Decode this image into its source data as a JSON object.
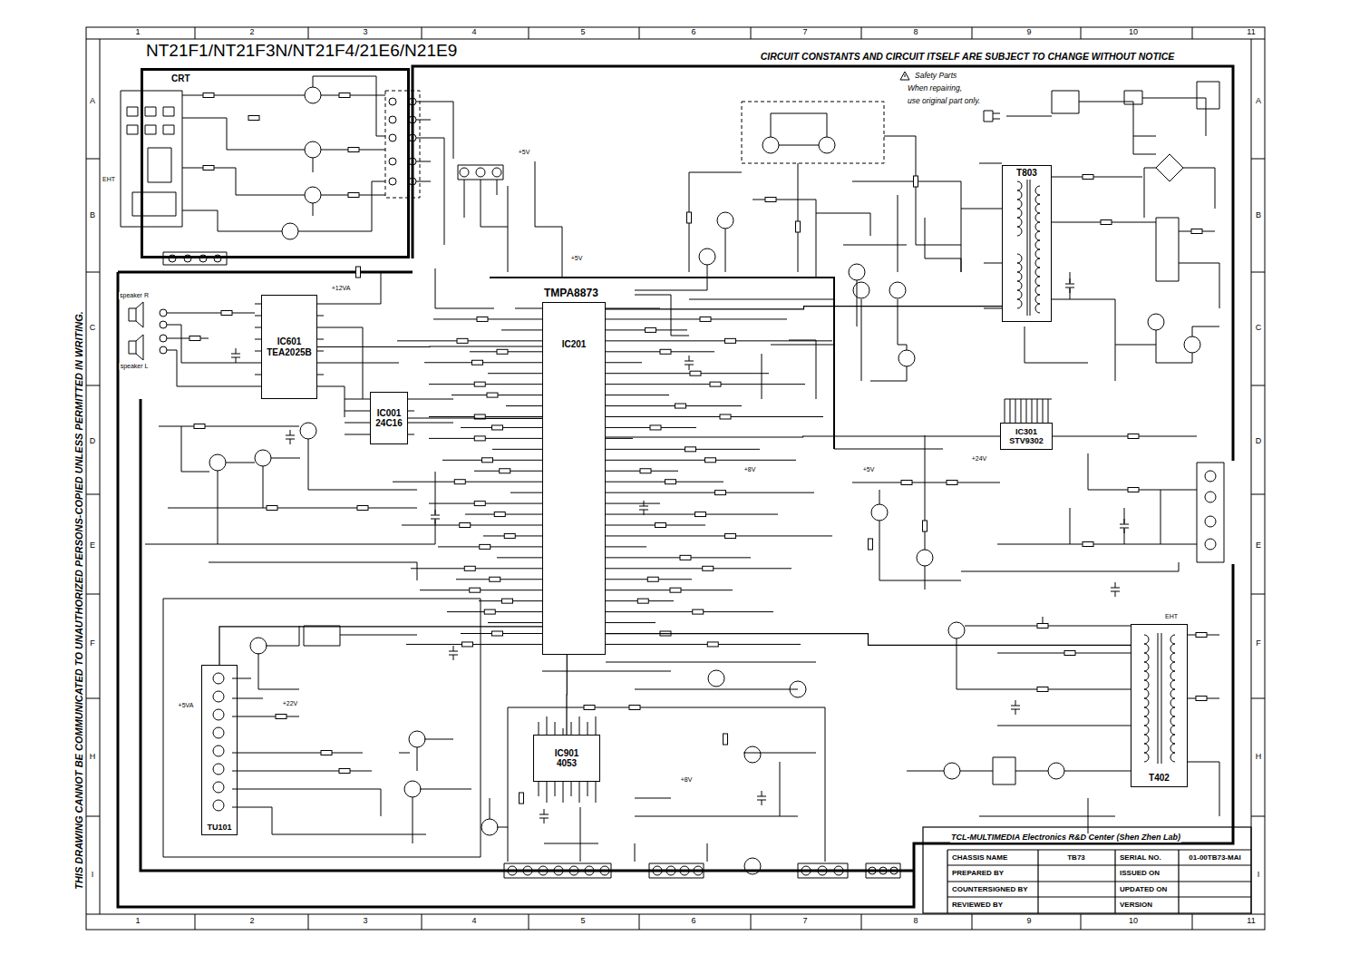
{
  "diagram": {
    "title": "NT21F1/NT21F3N/NT21F4/21E6/N21E9",
    "nodes": [
      {
        "text": [
          "CRT"
        ]
      },
      {
        "text": [
          "IC601",
          "TEA2025B"
        ]
      },
      {
        "text": [
          "IC001",
          "24C16"
        ]
      },
      {
        "text": [
          "TMPA8873",
          "IC201"
        ]
      },
      {
        "text": [
          "IC301",
          "STV9302"
        ]
      },
      {
        "text": [
          "T803"
        ]
      },
      {
        "text": [
          "TU101"
        ]
      },
      {
        "text": [
          "IC901",
          "4053"
        ]
      },
      {
        "text": [
          "T402"
        ]
      }
    ],
    "edges": [
      {
        "from": 2,
        "to": 3,
        "arrow": "none"
      },
      {
        "from": 1,
        "to": 3,
        "arrow": "none"
      },
      {
        "from": 6,
        "to": 3,
        "arrow": "none"
      },
      {
        "from": 7,
        "to": 3,
        "arrow": "none"
      },
      {
        "from": 4,
        "to": 3,
        "arrow": "none"
      },
      {
        "from": 8,
        "to": 3,
        "arrow": "none"
      },
      {
        "from": 5,
        "to": 3,
        "arrow": "none"
      }
    ],
    "labels": [
      "CIRCUIT CONSTANTS AND CIRCUIT ITSELF ARE SUBJECT TO CHANGE WITHOUT NOTICE",
      "Safety Parts",
      "When repairing,",
      "use original part only.",
      "THIS DRAWING CANNOT BE COMMUNICATED TO UNAUTHORIZED PERSONS-COPIED UNLESS PERMITTED IN WRITING.",
      "1",
      "2",
      "3",
      "4",
      "5",
      "6",
      "7",
      "8",
      "9",
      "10",
      "11",
      "1",
      "2",
      "3",
      "4",
      "5",
      "6",
      "7",
      "8",
      "9",
      "10",
      "11",
      "A",
      "B",
      "C",
      "D",
      "E",
      "F",
      "H",
      "I",
      "A",
      "B",
      "C",
      "D",
      "E",
      "F",
      "H",
      "I",
      "TCL-MULTIMEDIA Electronics R&D Center (Shen Zhen Lab)",
      "CHASSIS NAME",
      "TB73",
      "SERIAL NO.",
      "01-00TB73-MAI",
      "PREPARED BY",
      "ISSUED ON",
      "COUNTERSIGNED BY",
      "UPDATED ON",
      "REVIEWED BY",
      "VERSION",
      "speaker R",
      "speaker L",
      "EHT",
      "+12VA",
      "+5V",
      "+5V",
      "+8V",
      "+24V",
      "+5VA",
      "+22V",
      "+8V",
      "+5V",
      "EHT"
    ]
  }
}
